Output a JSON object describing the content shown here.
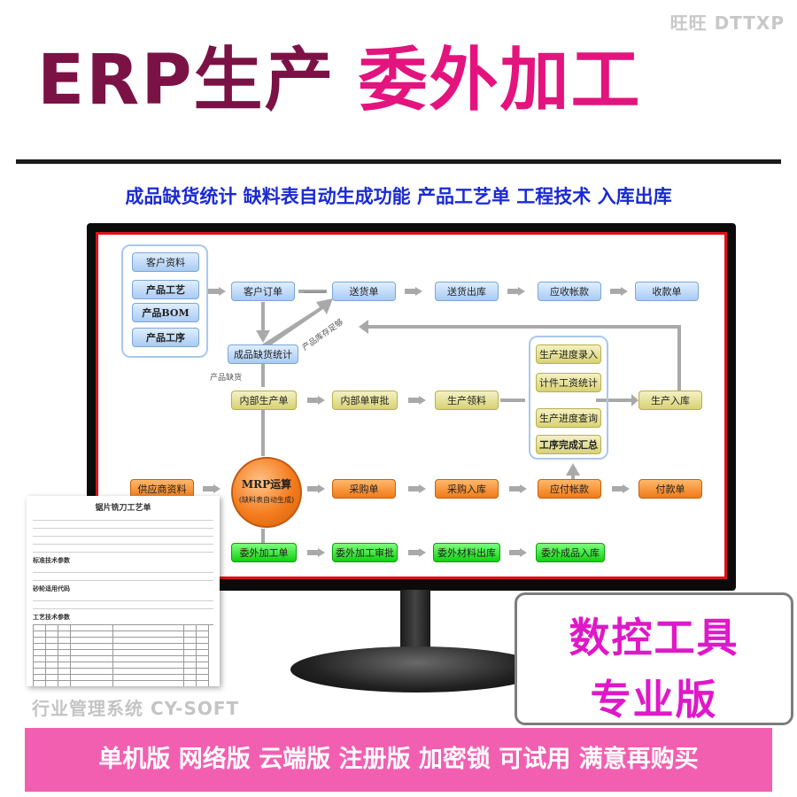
{
  "watermark_top": "旺旺 DTTXP",
  "title": {
    "part1": "ERP生产",
    "part2": "委外加工"
  },
  "features": "成品缺货统计  缺料表自动生成功能 产品工艺单 工程技术  入库出库",
  "flow": {
    "customer_group": [
      "客户资料",
      "产品工艺",
      "产品BOM",
      "产品工序"
    ],
    "row1": [
      "客户订单",
      "送货单",
      "送货出库",
      "应收帐款",
      "收款单"
    ],
    "shortage_stats": "成品缺货统计",
    "diag_note": "产品库存足够",
    "shortage_note": "产品缺货",
    "row2": [
      "内部生产单",
      "内部单审批",
      "生产领料",
      "生产入库"
    ],
    "progress_group": [
      "生产进度录入",
      "计件工资统计",
      "生产进度查询",
      "工序完成汇总"
    ],
    "supplier": "供应商资料",
    "mrp": {
      "title": "MRP运算",
      "sub": "(缺料表自动生成)"
    },
    "row3": [
      "采购单",
      "采购入库",
      "应付帐款",
      "付款单"
    ],
    "row4": [
      "委外加工单",
      "委外加工审批",
      "委外材料出库",
      "委外成品入库"
    ]
  },
  "document": {
    "title": "锯片铣刀工艺单",
    "section1": "标准技术参数",
    "section2": "砂轮适用代码",
    "section3": "工艺技术参数"
  },
  "watermark_bottom": "行业管理系统 CY-SOFT",
  "badge": {
    "line1": "数控工具",
    "line2": "专业版"
  },
  "bottom_bar": "单机版 网络版 云端版 注册版 加密锁  可试用  满意再购买",
  "colors": {
    "title_dark": "#7b1245",
    "title_pink": "#e3147e",
    "feature_blue": "#1a2ad4",
    "screen_border": "#e0101a",
    "badge_magenta": "#df18c8",
    "bottom_pink": "#f25fb0"
  }
}
